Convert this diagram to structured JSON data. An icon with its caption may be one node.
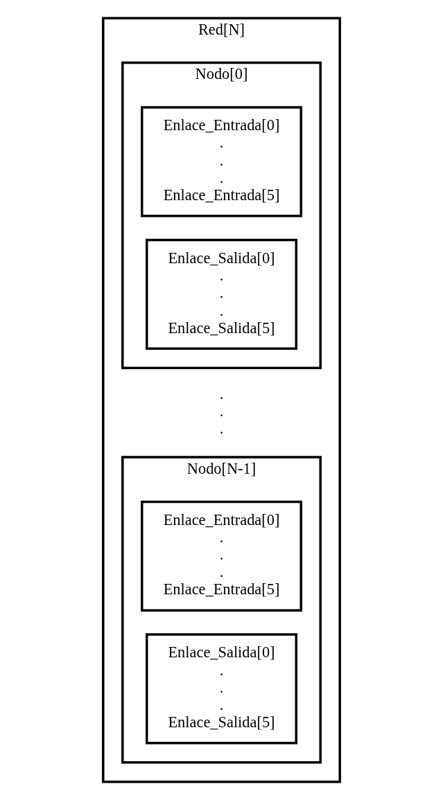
{
  "diagram": {
    "nodes": [
      {
        "text": [
          "Red[N]"
        ]
      },
      {
        "text": [
          "Nodo[0]"
        ],
        "in": 0
      },
      {
        "text": [
          "Enlace_Entrada[0]",
          ".",
          ".",
          ".",
          "Enlace_Entrada[5]"
        ],
        "in": 1
      },
      {
        "text": [
          "Enlace_Salida[0]",
          ".",
          ".",
          ".",
          "Enlace_Salida[5]"
        ],
        "in": 1
      },
      {
        "text": [
          "Nodo[N-1]"
        ],
        "in": 0
      },
      {
        "text": [
          "Enlace_Entrada[0]",
          ".",
          ".",
          ".",
          "Enlace_Entrada[5]"
        ],
        "in": 4
      },
      {
        "text": [
          "Enlace_Salida[0]",
          ".",
          ".",
          ".",
          "Enlace_Salida[5]"
        ],
        "in": 4
      }
    ],
    "edges": [],
    "labels": [
      ".",
      ".",
      "."
    ]
  }
}
